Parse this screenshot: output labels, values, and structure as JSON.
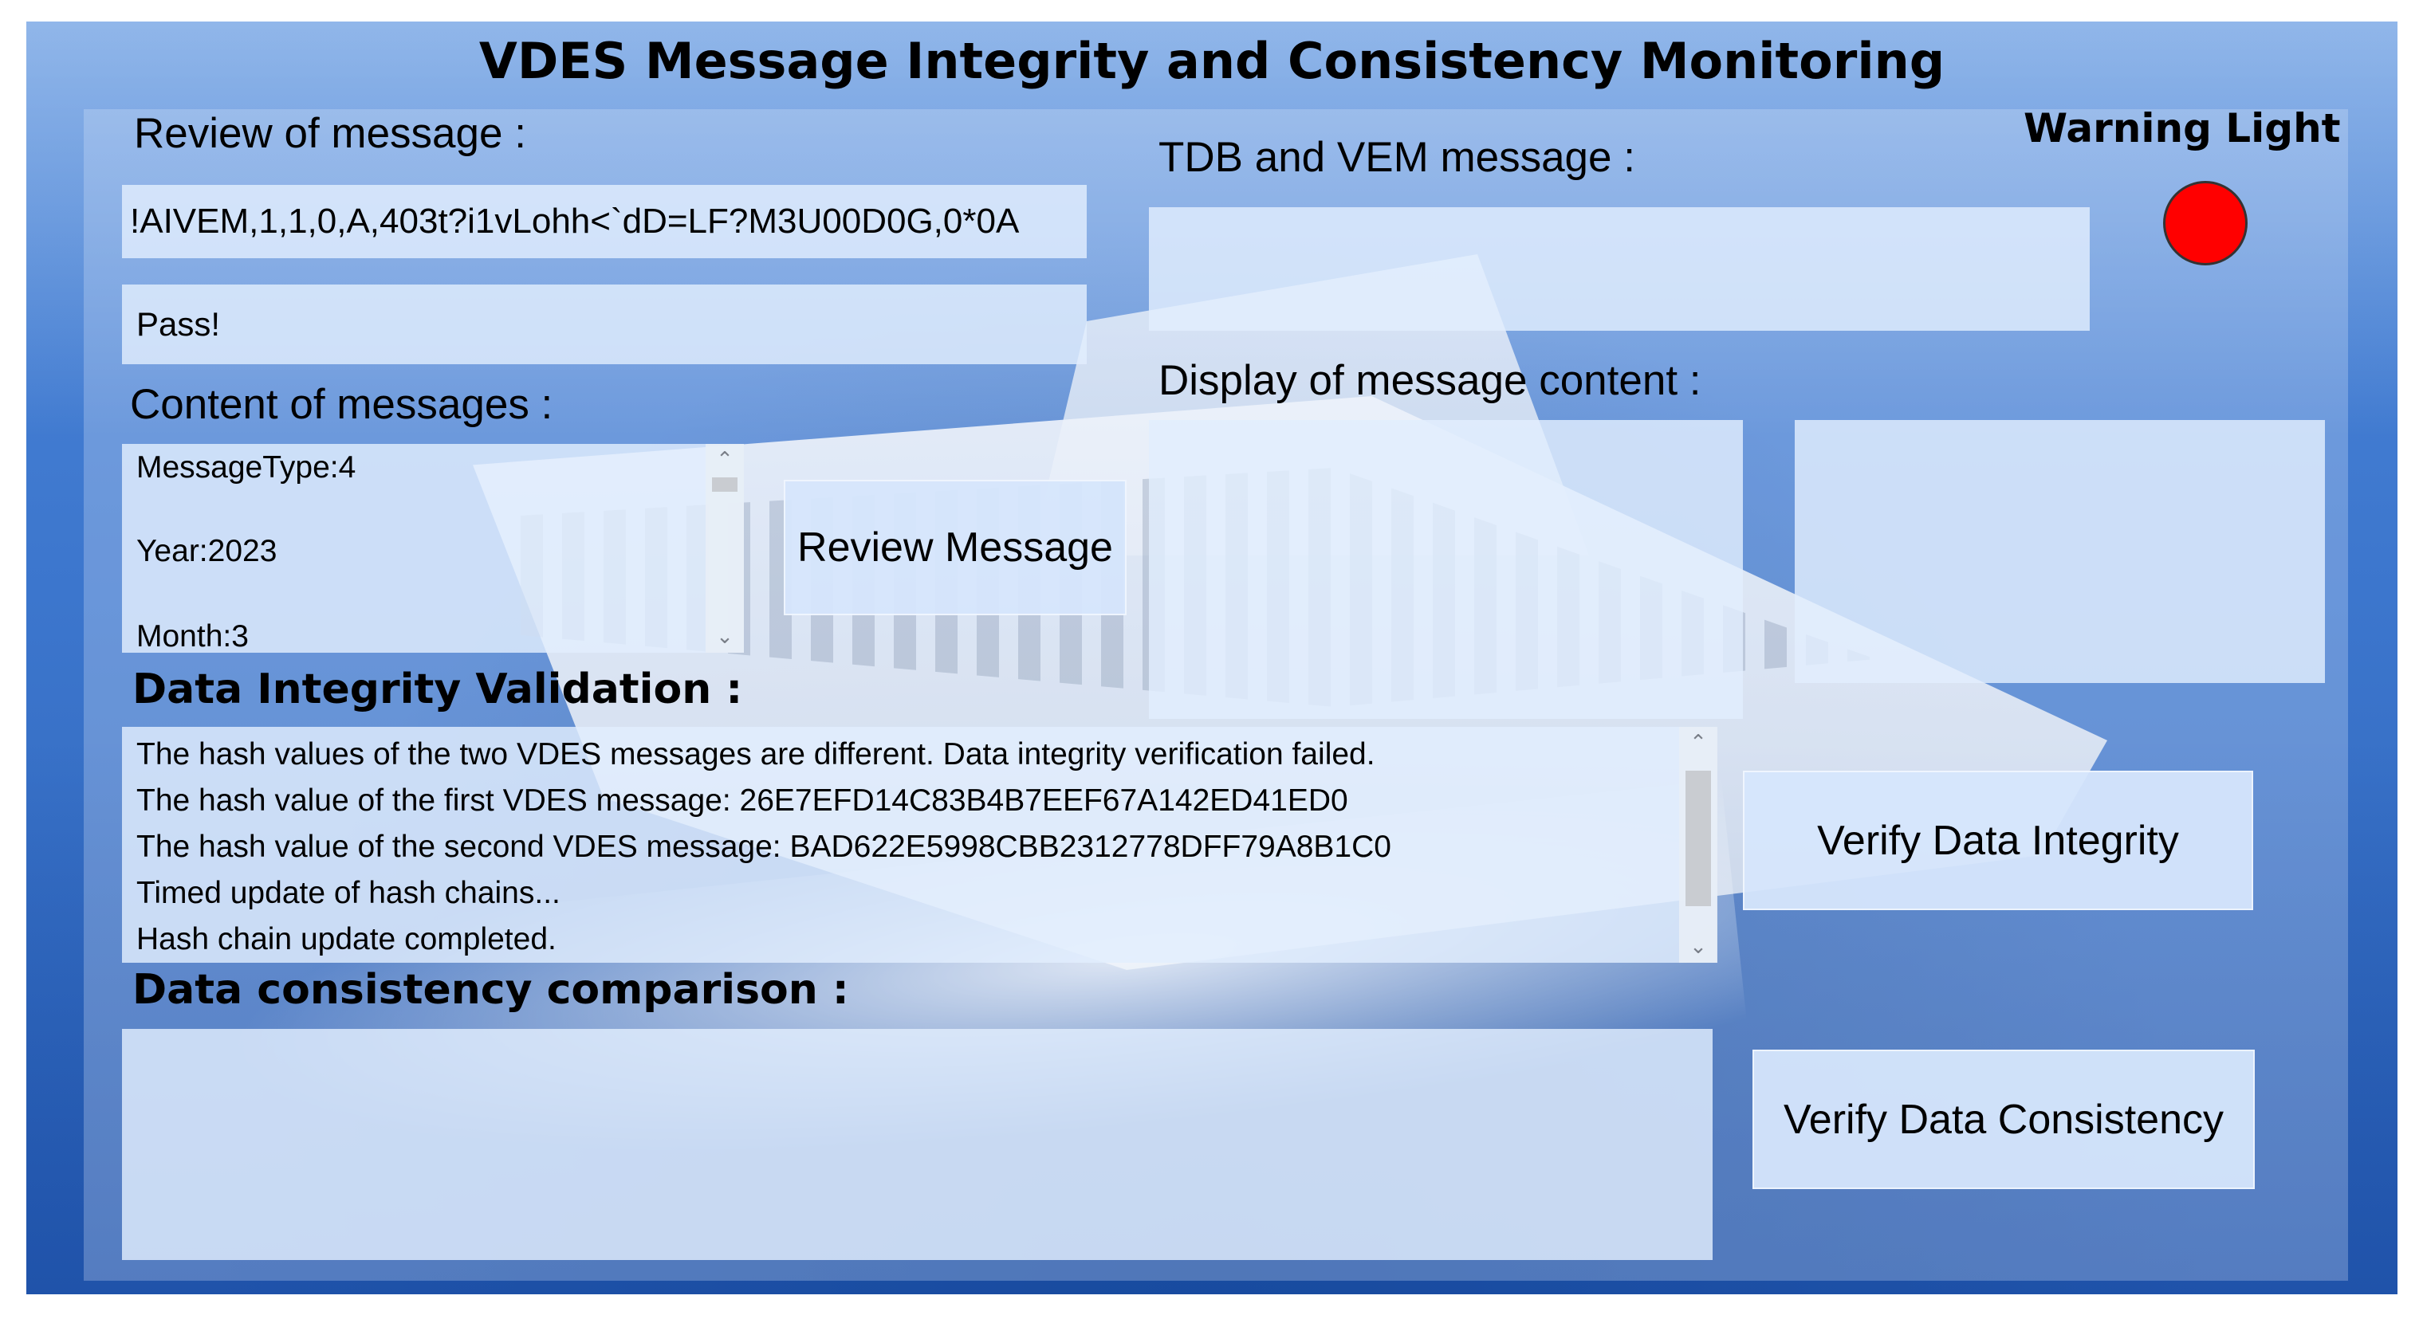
{
  "app": {
    "title": "VDES Message Integrity and Consistency Monitoring"
  },
  "review": {
    "label": "Review of message :",
    "input_value": "!AIVEM,1,1,0,A,403t?i1vLohh<`dD=LF?M3U00D0G,0*0A",
    "result": "Pass!"
  },
  "content": {
    "label": "Content of messages :",
    "lines": [
      "MessageType:4",
      "Year:2023",
      "Month:3"
    ]
  },
  "review_button": {
    "label": "Review Message"
  },
  "tdb": {
    "label": "TDB and VEM message :",
    "value": ""
  },
  "display": {
    "label": "Display of message content :",
    "left_value": "",
    "right_value": ""
  },
  "warning": {
    "label": "Warning Light",
    "color": "#ff0000"
  },
  "integrity": {
    "label": "Data Integrity Validation :",
    "lines": [
      "The hash values of the two VDES messages are different. Data integrity verification failed.",
      "The hash value of the first VDES message: 26E7EFD14C83B4B7EEF67A142ED41ED0",
      "The hash value of the second VDES message: BAD622E5998CBB2312778DFF79A8B1C0",
      "Timed update of hash chains...",
      "Hash chain update completed."
    ],
    "button": "Verify Data Integrity"
  },
  "consistency": {
    "label": "Data consistency comparison :",
    "value": "",
    "button": "Verify Data Consistency"
  },
  "icons": {
    "scroll_up": "scroll-up-arrow-icon",
    "scroll_down": "scroll-down-arrow-icon"
  }
}
